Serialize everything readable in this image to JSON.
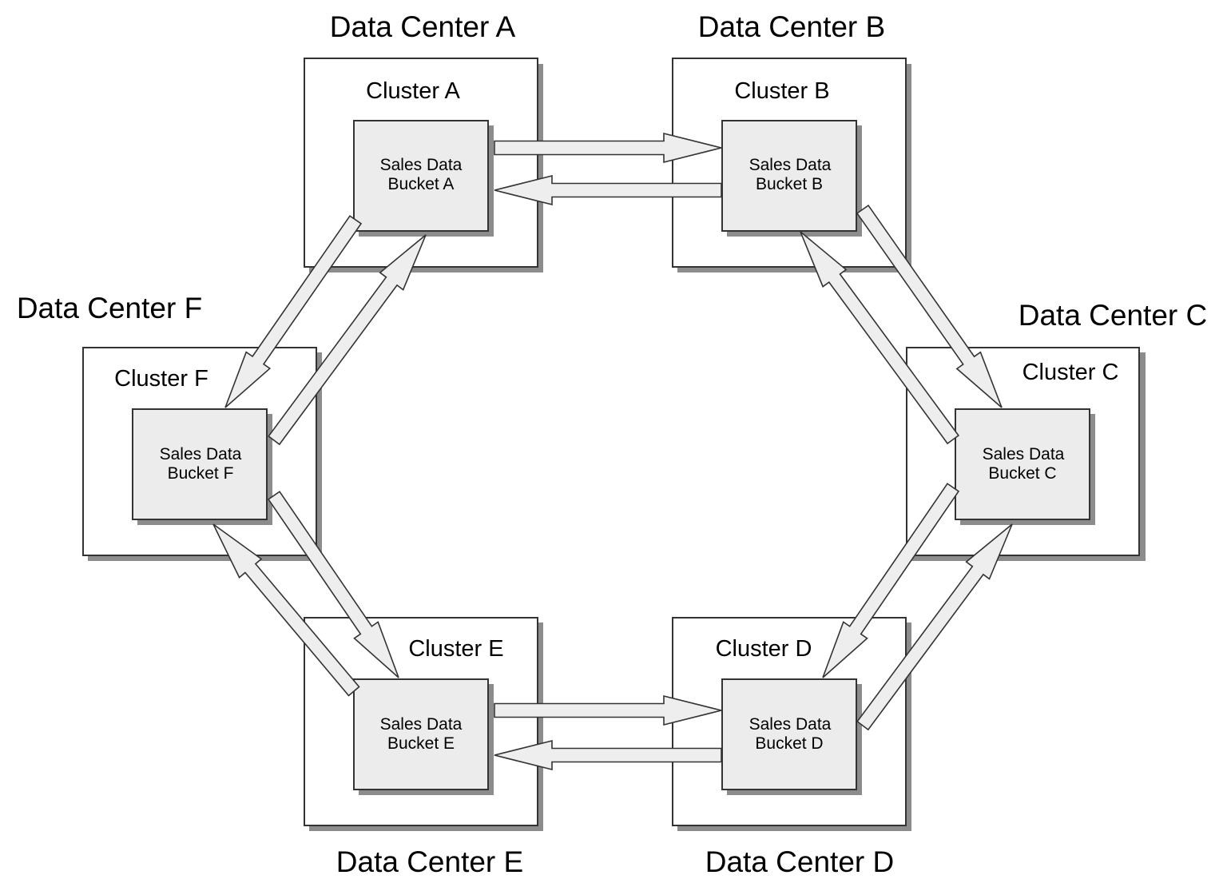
{
  "data_centers": [
    {
      "key": "A",
      "name": "Data Center A",
      "cluster": "Cluster A",
      "bucket_line1": "Sales Data",
      "bucket_line2": "Bucket A"
    },
    {
      "key": "B",
      "name": "Data Center B",
      "cluster": "Cluster B",
      "bucket_line1": "Sales Data",
      "bucket_line2": "Bucket B"
    },
    {
      "key": "C",
      "name": "Data Center C",
      "cluster": "Cluster C",
      "bucket_line1": "Sales Data",
      "bucket_line2": "Bucket C"
    },
    {
      "key": "D",
      "name": "Data Center D",
      "cluster": "Cluster D",
      "bucket_line1": "Sales Data",
      "bucket_line2": "Bucket D"
    },
    {
      "key": "E",
      "name": "Data Center E",
      "cluster": "Cluster E",
      "bucket_line1": "Sales Data",
      "bucket_line2": "Bucket E"
    },
    {
      "key": "F",
      "name": "Data Center F",
      "cluster": "Cluster F",
      "bucket_line1": "Sales Data",
      "bucket_line2": "Bucket F"
    }
  ],
  "replication_links": [
    {
      "from": "A",
      "to": "B"
    },
    {
      "from": "B",
      "to": "A"
    },
    {
      "from": "B",
      "to": "C"
    },
    {
      "from": "C",
      "to": "B"
    },
    {
      "from": "C",
      "to": "D"
    },
    {
      "from": "D",
      "to": "C"
    },
    {
      "from": "D",
      "to": "E"
    },
    {
      "from": "E",
      "to": "D"
    },
    {
      "from": "E",
      "to": "F"
    },
    {
      "from": "F",
      "to": "E"
    },
    {
      "from": "F",
      "to": "A"
    },
    {
      "from": "A",
      "to": "F"
    }
  ],
  "colors": {
    "bucket_fill": "#ececec",
    "arrow_fill": "#eeeeee",
    "stroke": "#333333",
    "shadow": "#8c8c8c"
  }
}
